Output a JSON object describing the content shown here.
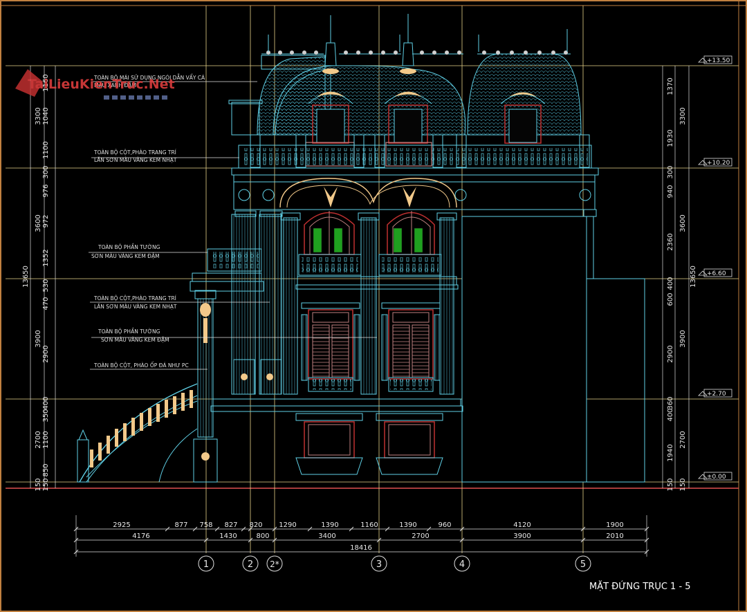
{
  "title": "MẶT ĐỨNG TRỤC 1 - 5",
  "watermark": "TaiLieuKienTruc.Net",
  "level_markers": [
    "+13.50",
    "+10.20",
    "+6.60",
    "+2.70",
    "±0.00"
  ],
  "grid_axes": [
    "1",
    "2",
    "2*",
    "3",
    "4",
    "5"
  ],
  "annotations": [
    "TOÀN BỘ MÁI SỬ DỤNG NGÓI DẪN VẨY CÁ",
    "MÀU XANH ĐẬM",
    "TOÀN BỘ CỘT,PHÀO TRANG TRÍ",
    "LĂN SƠN MÀU VÀNG KEM NHẠT",
    "TOÀN BỘ PHẦN TƯỜNG",
    "SƠN MÀU VÀNG KEM ĐẬM",
    "TOÀN BỘ CỘT,PHÀO TRANG TRÍ",
    "LĂN SƠN MÀU VÀNG KEM NHẠT",
    "TOÀN BỘ PHẦN TƯỜNG",
    "SƠN MÀU VÀNG KEM ĐẬM",
    "TOÀN BỘ CỘT, PHÀO ỐP ĐÁ NHƯ PC"
  ],
  "dims_bottom_row1": [
    "2925",
    "877",
    "758",
    "827",
    "820",
    "1290",
    "1390",
    "1160",
    "1390",
    "960",
    "4120",
    "1900"
  ],
  "dims_bottom_row2": [
    "4176",
    "1430",
    "800",
    "3400",
    "2700",
    "3900",
    "2010"
  ],
  "dims_bottom_total": "18416",
  "dims_left_inner": [
    "150",
    "850",
    "1100",
    "350",
    "400",
    "2900",
    "470",
    "530",
    "1352",
    "972",
    "976",
    "300",
    "1100",
    "1040",
    "1160"
  ],
  "dims_left_mid": [
    "150",
    "2700",
    "3900",
    "3600",
    "3300"
  ],
  "dims_left_total": "13650",
  "dims_right_inner": [
    "150",
    "1940",
    "400",
    "360",
    "2900",
    "600",
    "400",
    "2360",
    "940",
    "300",
    "1930",
    "1370"
  ],
  "dims_right_mid": [
    "150",
    "2700",
    "3900",
    "3600",
    "3300"
  ],
  "dims_right_total": "13650",
  "colors": {
    "background": "#000000",
    "grid_line": "#e8d48a",
    "building_line": "#5fd0e6",
    "ornament": "#f2c98a",
    "window_green": "#1fa01f",
    "window_red": "#c03030",
    "frame_border": "#c08040",
    "dimension": "#e0e0e0"
  }
}
